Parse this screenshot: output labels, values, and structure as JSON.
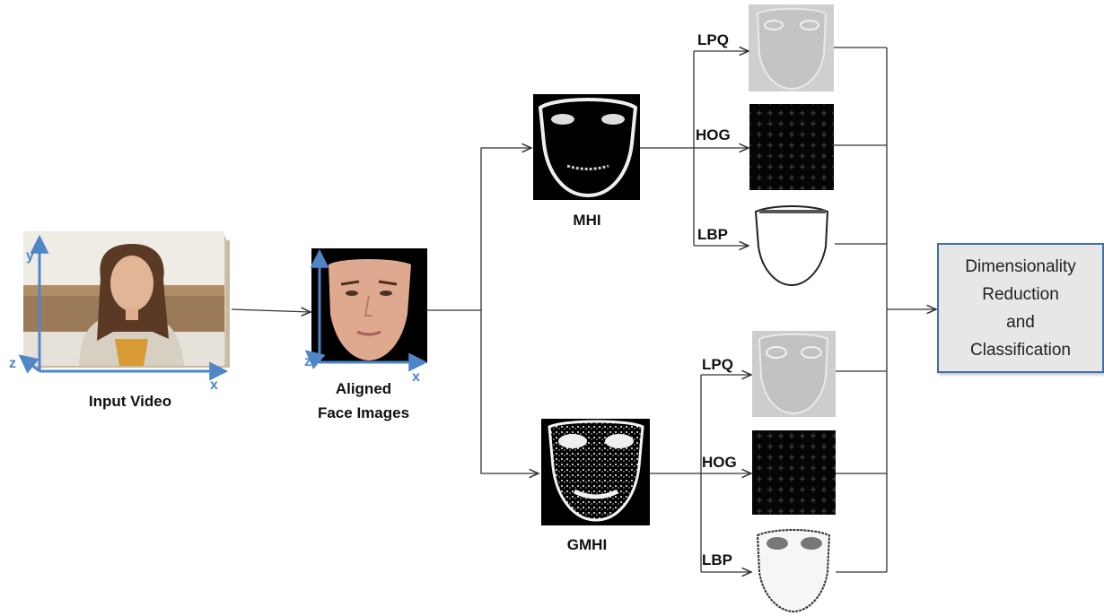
{
  "labels": {
    "input_video": "Input Video",
    "aligned_line1": "Aligned",
    "aligned_line2": "Face Images",
    "mhi": "MHI",
    "gmhi": "GMHI"
  },
  "axes": {
    "x": "x",
    "y": "y",
    "z": "z"
  },
  "branches": {
    "mhi": [
      "LPQ",
      "HOG",
      "LBP"
    ],
    "gmhi": [
      "LPQ",
      "HOG",
      "LBP"
    ]
  },
  "output_box": {
    "line1": "Dimensionality",
    "line2": "Reduction",
    "line3": "and",
    "line4": "Classification"
  },
  "colors": {
    "axis": "#4f86c6",
    "box_border": "#3f6fa6",
    "box_fill": "#e7e7e7",
    "arrow": "#333333"
  }
}
